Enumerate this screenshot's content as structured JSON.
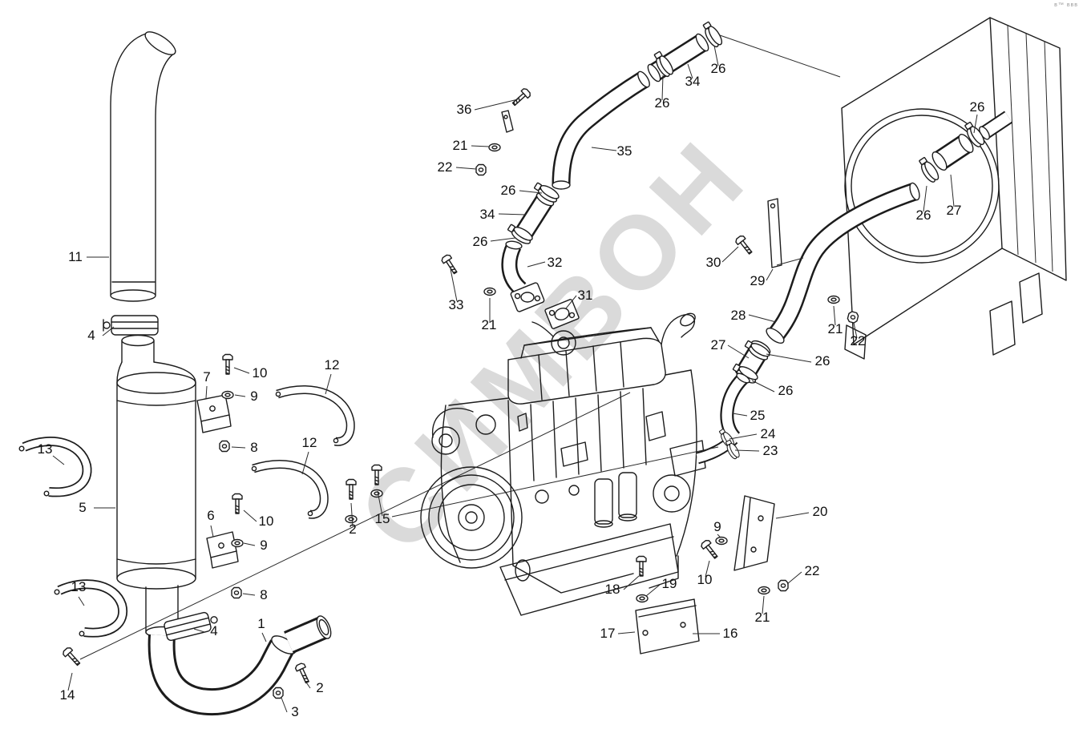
{
  "watermark": "СИМВОН",
  "corner_mark": "в™ ввв",
  "colors": {
    "line": "#1c1c1c",
    "watermark": "#dadada",
    "callout_text": "#101010",
    "background": "#ffffff"
  },
  "callouts": [
    "36",
    "21",
    "22",
    "26",
    "34",
    "26",
    "35",
    "26",
    "34",
    "26",
    "32",
    "31",
    "33",
    "21",
    "30",
    "29",
    "28",
    "21",
    "22",
    "26",
    "26",
    "27",
    "27",
    "26",
    "26",
    "25",
    "24",
    "23",
    "20",
    "9",
    "10",
    "22",
    "21",
    "18",
    "19",
    "17",
    "16",
    "11",
    "4",
    "13",
    "5",
    "7",
    "10",
    "9",
    "8",
    "12",
    "12",
    "6",
    "10",
    "9",
    "8",
    "2",
    "15",
    "13",
    "4",
    "14",
    "1",
    "2",
    "3"
  ]
}
